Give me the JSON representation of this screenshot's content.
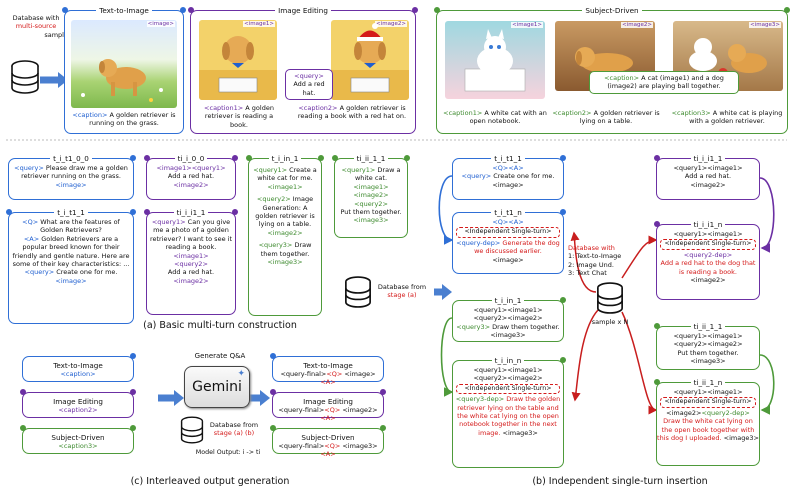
{
  "top": {
    "database": {
      "line1": "Database with",
      "line2": "multi-source",
      "line3": "sample"
    },
    "t2i": {
      "title": "Text-to-Image",
      "img_tag": "<image>",
      "cap_tag": "<caption>",
      "cap_text": " A golden retriever is running on the grass."
    },
    "edit": {
      "title": "Image Editing",
      "tag1": "<image1>",
      "tag2": "<image2>",
      "query_tag": "<query>",
      "query_text": "Add a red hat.",
      "cap1_tag": "<caption1>",
      "cap1_text": " A golden retriever is reading a book.",
      "cap2_tag": "<caption2>",
      "cap2_text": " A golden retriever is reading a book with a red hat on."
    },
    "subj": {
      "title": "Subject-Driven",
      "tag1": "<image1>",
      "tag2": "<image2>",
      "tag3": "<image3>",
      "cap_tag": "<caption>",
      "cap_text": " A cat (image1) and a dog (image2) are playing ball together.",
      "cap1_tag": "<caption1>",
      "cap1_text": " A white cat with an open notebook.",
      "cap2_tag": "<caption2>",
      "cap2_text": " A golden retriever is lying on a table.",
      "cap3_tag": "<caption3>",
      "cap3_text": " A white cat is playing with a golden retriever."
    }
  },
  "section_a": {
    "caption": "(a) Basic multi-turn construction",
    "t_i_t_0_0": {
      "title": "t_i_t1_0_0",
      "q": "<query>",
      "q_text": " Please draw me a golden retriever running on the grass.",
      "img": "<image>"
    },
    "t_i_t1_1": {
      "title": "t_i_t1_1",
      "q": "<Q>",
      "q_text": " What are the features of Golden Retrievers?",
      "a": "<A>",
      "a_text": " Golden Retrievers are a popular breed known for their friendly and gentle nature. Here are some of their key characteristics: ...",
      "q2": "<query>",
      "q2_text": " Create one for me.",
      "img": "<image>"
    },
    "ti_i_0_0": {
      "title": "ti_i_0_0",
      "l1": "<image1><query1>",
      "l2": "Add a red hat.",
      "l3": "<image2>"
    },
    "ti_i_i1_1": {
      "title": "ti_i_i1_1",
      "q": "<query1>",
      "q_text": " Can you give me a photo of a golden retriever? I want to see it reading a book.",
      "img1": "<image1>",
      "q2": "<query2>",
      "q2_text": "Add a red hat.",
      "img2": "<image2>"
    },
    "t_i_in_1": {
      "title": "t_i_in_1",
      "q1": "<query1>",
      "q1_text": " Create a white cat for me.",
      "img1": "<image1>",
      "q2": "<query2>",
      "q2_text": " Image Generation: A golden retriever is lying on a table.",
      "img2": "<image2>",
      "q3": "<query3>",
      "q3_text": " Draw them together.",
      "img3": "<image3>"
    },
    "ti_ii_1_1": {
      "title": "ti_ii_1_1",
      "q1": "<query1>",
      "q1_text": " Draw a white cat.",
      "img1": "<image1>",
      "l2": "<image2><query2>",
      "l3": "Put them together.",
      "img3": "<image3>"
    }
  },
  "section_c": {
    "caption": "(c) Interleaved output generation",
    "left": [
      {
        "title": "Text-to-Image",
        "tag": "<caption>"
      },
      {
        "title": "Image Editing",
        "tag": "<caption2>"
      },
      {
        "title": "Subject-Driven",
        "tag": "<caption3>"
      }
    ],
    "gen_label": "Generate Q&A",
    "gemini": "Gemini",
    "db_line1": "Database from",
    "db_line2": "stage (a) (b)",
    "model_output": "Model Output: i -> ti",
    "right": [
      {
        "title": "Text-to-Image",
        "prefix": "<query-final>",
        "q": "<Q>",
        "mid": " <image>",
        "a": "<A>"
      },
      {
        "title": "Image Editing",
        "prefix": "<query-final>",
        "q": "<Q>",
        "mid": " <image2>",
        "a": "<A>"
      },
      {
        "title": "Subject-Driven",
        "prefix": "<query-final>",
        "q": "<Q>",
        "mid": " <image3>",
        "a": "<A>"
      }
    ]
  },
  "section_b": {
    "caption": "(b) Independent single-turn insertion",
    "db_line1": "Database from",
    "db_line2": "stage (a)",
    "center_db": {
      "l1": "Database with",
      "l2": "1: Text-to-Image",
      "l3": "2: Image Und.",
      "l4": "3: Text Chat"
    },
    "sample": "sample x N",
    "t_i_t1_1": {
      "title": "t_i_t1_1",
      "l1": "<Q><A>",
      "q": "<query>",
      "q_text": " Create one for me.",
      "img": "<image>"
    },
    "t_i_t1_n": {
      "title": "t_i_t1_n",
      "l1": "<Q><A>",
      "ind": "<Independent Single-turn>",
      "q": "<query-dep>",
      "q_text": " Generate the dog we discussed earlier.",
      "img": "<image>"
    },
    "t_i_in_1": {
      "title": "t_i_in_1",
      "l1": "<query1><image1>",
      "l2": "<query2><image2>",
      "q": "<query3>",
      "q_text": " Draw them together.",
      "img": "<image3>"
    },
    "t_i_in_n": {
      "title": "t_i_in_n",
      "l1": "<query1><image1>",
      "l2": "<query2><image2>",
      "ind": "<Independent Single-turn>",
      "q": "<query3-dep>",
      "q_text": " Draw the golden retriever lying on the table and the white cat lying on the open notebook together in the next image.",
      "img": " <image3>"
    },
    "ti_i_i1_1": {
      "title": "ti_i_i1_1",
      "l1": "<query1><image1>",
      "l2": "Add a red hat.",
      "l3": "<image2>"
    },
    "ti_i_i1_n": {
      "title": "ti_i_i1_n",
      "l1": "<query1><image1>",
      "ind": "<Independent Single-turn>",
      "q": "<query2-dep>",
      "q_text": "Add a red hat to the dog that is reading a book.",
      "img": "<image2>"
    },
    "ti_ii_1_1": {
      "title": "ti_ii_1_1",
      "l1": "<query1><image1>",
      "l2": "<query2><image2>",
      "l3": "Put them together.",
      "img": "<image3>"
    },
    "ti_ii_1_n": {
      "title": "ti_ii_1_n",
      "l1": "<query1><image1>",
      "ind": "<Independent Single-turn>",
      "q1": "<image2>",
      "q": "<query2-dep>",
      "q_text": "Draw the white cat lying on the open book together with this dog I uploaded.",
      "img": " <image3>"
    }
  }
}
